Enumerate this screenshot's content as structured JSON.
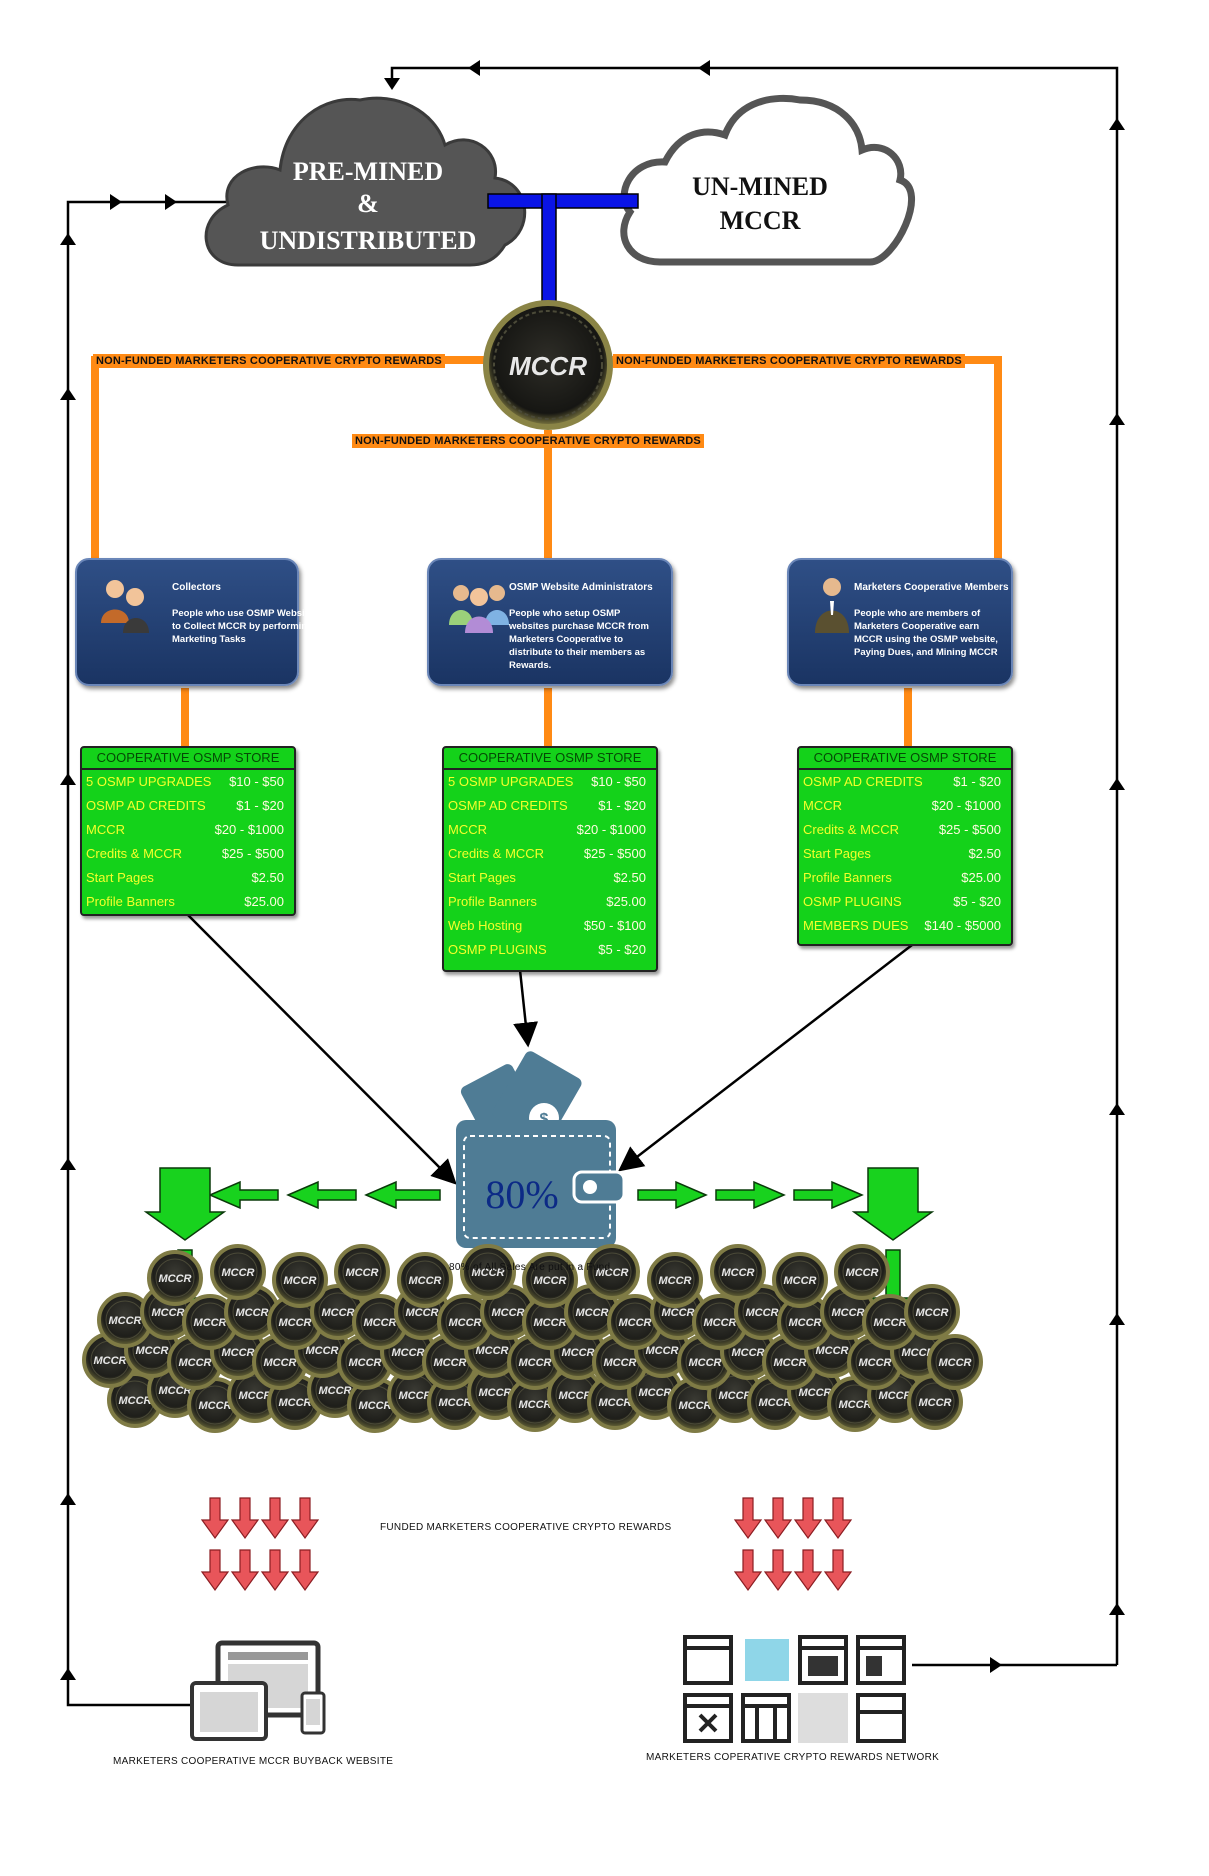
{
  "clouds": {
    "premined": [
      "PRE-MINED",
      "&",
      "UNDISTRIBUTED"
    ],
    "unmined": [
      "UN-MINED",
      "MCCR"
    ]
  },
  "coin_label": "MCCR",
  "rewards_labels": {
    "left": "NON-FUNDED MARKETERS COOPERATIVE CRYPTO REWARDS",
    "right": "NON-FUNDED MARKETERS COOPERATIVE CRYPTO REWARDS",
    "center": "NON-FUNDED MARKETERS COOPERATIVE CRYPTO REWARDS"
  },
  "people": [
    {
      "title": "Collectors",
      "desc": "People who use OSMP Websites to Collect MCCR by performing Marketing Tasks"
    },
    {
      "title": "OSMP Website Administrators",
      "desc": "People who setup OSMP websites purchase MCCR from Marketers Cooperative to distribute to their members as Rewards."
    },
    {
      "title": "Marketers Cooperative Members",
      "desc": "People who are members of Marketers Cooperative earn MCCR using the OSMP website, Paying Dues, and Mining MCCR"
    }
  ],
  "stores": [
    {
      "header": "COOPERATIVE OSMP STORE",
      "items": [
        {
          "name": "5 OSMP UPGRADES",
          "price": "$10 - $50"
        },
        {
          "name": "OSMP AD CREDITS",
          "price": "$1 - $20"
        },
        {
          "name": "MCCR",
          "price": "$20 - $1000"
        },
        {
          "name": "Credits & MCCR",
          "price": "$25 - $500"
        },
        {
          "name": "Start Pages",
          "price": "$2.50"
        },
        {
          "name": "Profile Banners",
          "price": "$25.00"
        }
      ]
    },
    {
      "header": "COOPERATIVE OSMP STORE",
      "items": [
        {
          "name": "5 OSMP UPGRADES",
          "price": "$10 - $50"
        },
        {
          "name": "OSMP AD CREDITS",
          "price": "$1 - $20"
        },
        {
          "name": "MCCR",
          "price": "$20 - $1000"
        },
        {
          "name": "Credits & MCCR",
          "price": "$25 - $500"
        },
        {
          "name": "Start Pages",
          "price": "$2.50"
        },
        {
          "name": "Profile Banners",
          "price": "$25.00"
        },
        {
          "name": "Web Hosting",
          "price": "$50 - $100"
        },
        {
          "name": "OSMP PLUGINS",
          "price": "$5 - $20"
        }
      ]
    },
    {
      "header": "COOPERATIVE OSMP STORE",
      "items": [
        {
          "name": "OSMP AD CREDITS",
          "price": "$1 - $20"
        },
        {
          "name": "MCCR",
          "price": "$20 - $1000"
        },
        {
          "name": "Credits & MCCR",
          "price": "$25 - $500"
        },
        {
          "name": "Start Pages",
          "price": "$2.50"
        },
        {
          "name": "Profile Banners",
          "price": "$25.00"
        },
        {
          "name": "OSMP PLUGINS",
          "price": "$5 - $20"
        },
        {
          "name": "MEMBERS DUES",
          "price": "$140 - $5000"
        }
      ]
    }
  ],
  "wallet": {
    "percent": "80%",
    "caption": "80% of All Sales Are put in a Fund"
  },
  "funded_label": "FUNDED MARKETERS COOPERATIVE CRYPTO REWARDS",
  "bottom": {
    "buyback": "MARKETERS COOPERATIVE MCCR BUYBACK WEBSITE",
    "network": "MARKETERS COPERATIVE CRYPTO REWARDS NETWORK"
  },
  "colors": {
    "orange": "#ff8a14",
    "blue": "#0a14e6",
    "green": "#14d21a",
    "navy": "#1f3c70",
    "red": "#e8555a",
    "coin": "#2a2a25"
  }
}
